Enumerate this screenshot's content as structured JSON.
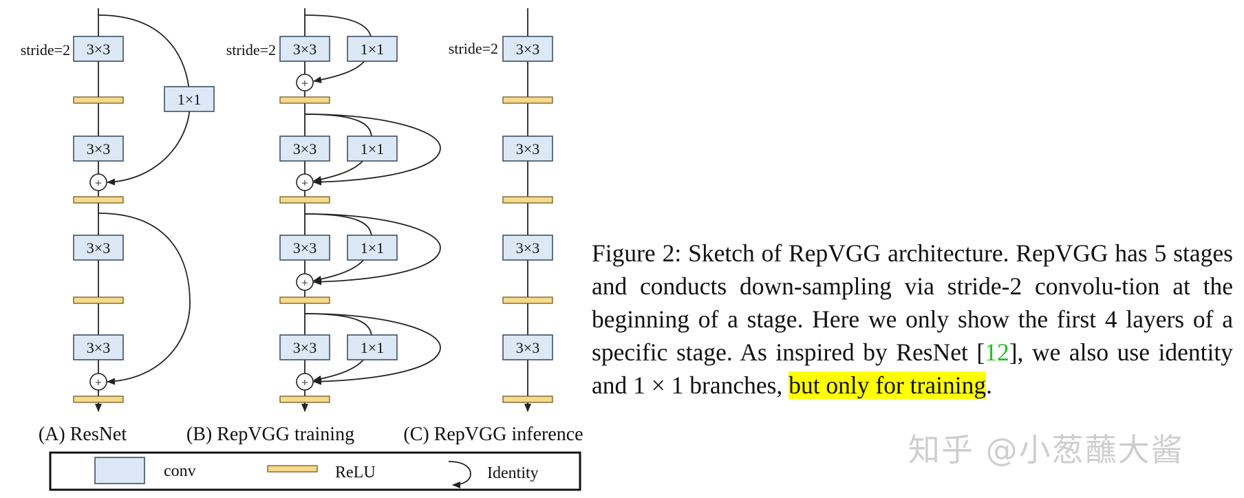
{
  "diagram": {
    "panels": [
      {
        "id": "A",
        "title": "(A) ResNet",
        "stride_label": "stride=2",
        "conv_main": "3×3",
        "conv_side": "1×1",
        "add_symbol": "+"
      },
      {
        "id": "B",
        "title": "(B) RepVGG training",
        "stride_label": "stride=2",
        "conv_main": "3×3",
        "conv_side": "1×1",
        "add_symbol": "+"
      },
      {
        "id": "C",
        "title": "(C) RepVGG inference",
        "stride_label": "stride=2",
        "conv_main": "3×3"
      }
    ],
    "legend": {
      "conv": "conv",
      "relu": "ReLU",
      "identity": "Identity"
    },
    "colors": {
      "conv_fill": "#dce8f5",
      "relu_fill": "#f7d98b",
      "highlight": "#ffff00",
      "reference": "#1fbf1f"
    }
  },
  "caption": {
    "part1": "Figure 2: Sketch of RepVGG architecture. RepVGG has 5 stages and conducts down-sampling via stride-2 convolu-tion at the beginning of a stage. Here we only show the first 4 layers of a specific stage. As inspired by ResNet [",
    "ref": "12",
    "part2": "], we also use identity and 1 × 1 branches, ",
    "highlight": "but only for training",
    "part3": "."
  },
  "watermark": "知乎 @小葱蘸大酱"
}
